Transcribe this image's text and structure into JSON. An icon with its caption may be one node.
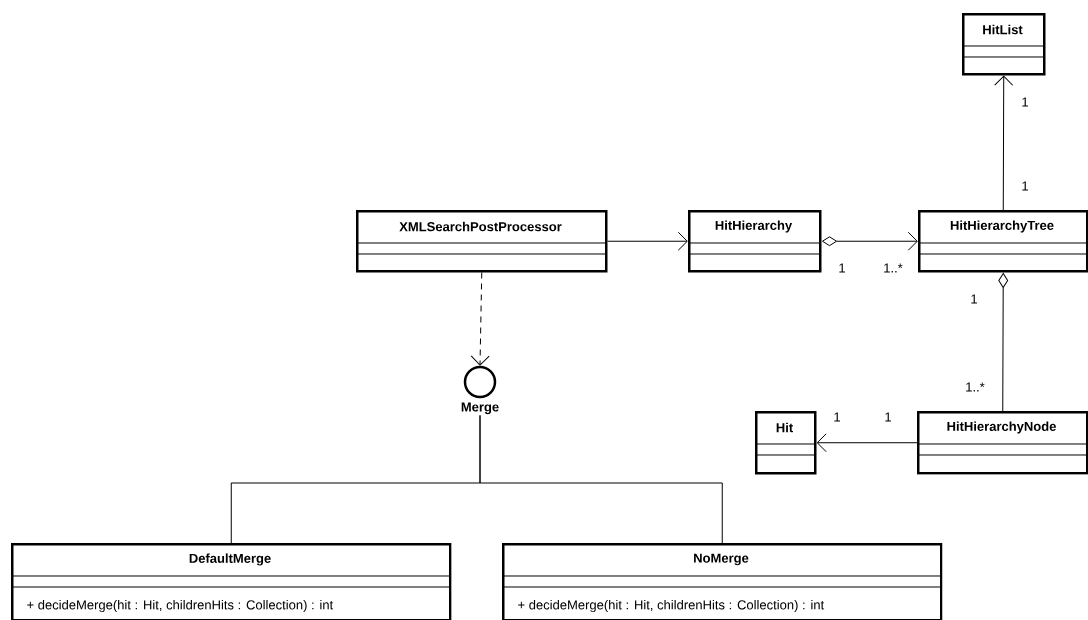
{
  "diagram": {
    "nodes": [
      {
        "text": [
          "HitList"
        ]
      },
      {
        "text": [
          "XMLSearchPostProcessor"
        ]
      },
      {
        "text": [
          "HitHierarchy"
        ]
      },
      {
        "text": [
          "HitHierarchyTree"
        ]
      },
      {
        "text": [
          "Merge"
        ]
      },
      {
        "text": [
          "Hit"
        ]
      },
      {
        "text": [
          "HitHierarchyNode"
        ]
      },
      {
        "text": [
          "DefaultMerge",
          "+ decideMerge(hit : Hit, childrenHits : Collection) : int"
        ]
      },
      {
        "text": [
          "NoMerge",
          "+ decideMerge(hit : Hit, childrenHits : Collection) : int"
        ]
      }
    ],
    "edges": [
      {
        "from": 1,
        "to": 2,
        "arrow": "to"
      },
      {
        "from": 2,
        "to": 3,
        "arrow": "to"
      },
      {
        "from": 3,
        "to": 0,
        "arrow": "to"
      },
      {
        "from": 3,
        "to": 6,
        "arrow": "other"
      },
      {
        "from": 6,
        "to": 5,
        "arrow": "to"
      },
      {
        "from": 1,
        "to": 4,
        "arrow": "to",
        "style": "dashed"
      },
      {
        "from": 7,
        "to": 4,
        "arrow": "none"
      },
      {
        "from": 8,
        "to": 4,
        "arrow": "none"
      }
    ],
    "labels": [
      "1",
      "1",
      "1",
      "1..*",
      "1",
      "1..*",
      "1",
      "1"
    ]
  }
}
